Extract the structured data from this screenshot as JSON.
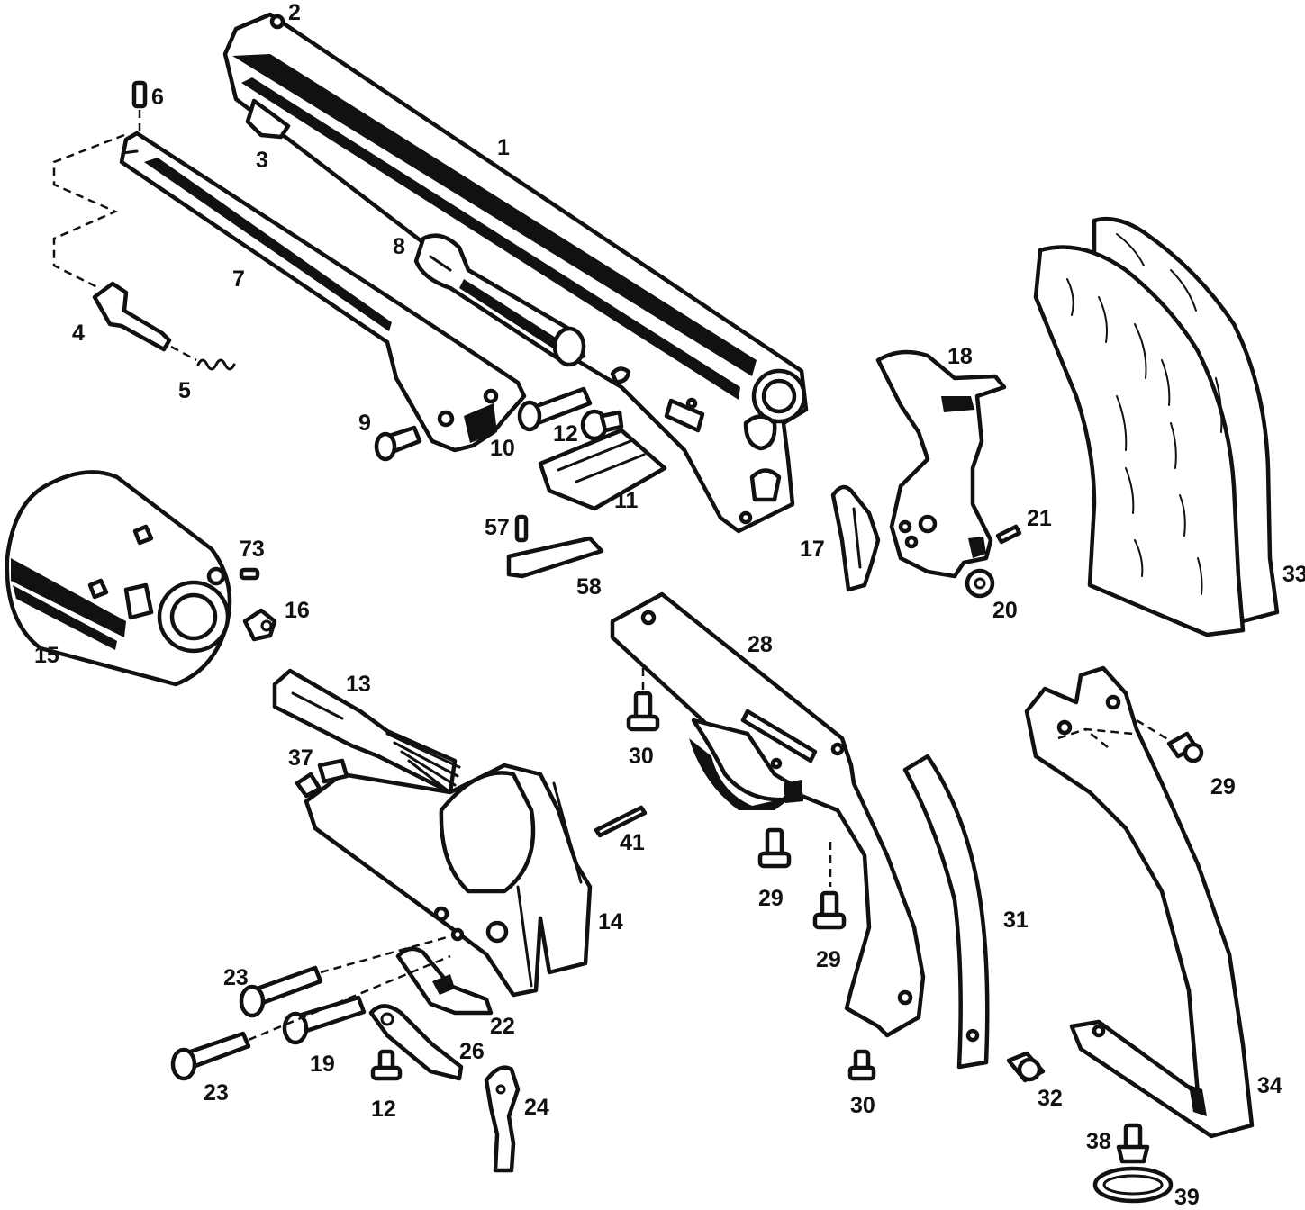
{
  "callouts": {
    "c1": "1",
    "c2": "2",
    "c3": "3",
    "c4": "4",
    "c5": "5",
    "c6": "6",
    "c7": "7",
    "c8": "8",
    "c9": "9",
    "c10": "10",
    "c11": "11",
    "c12a": "12",
    "c12b": "12",
    "c13": "13",
    "c14": "14",
    "c15": "15",
    "c16": "16",
    "c17": "17",
    "c18": "18",
    "c19": "19",
    "c20": "20",
    "c21": "21",
    "c22": "22",
    "c23a": "23",
    "c23b": "23",
    "c24": "24",
    "c26": "26",
    "c28": "28",
    "c29a": "29",
    "c29b": "29",
    "c29c": "29",
    "c30a": "30",
    "c30b": "30",
    "c31": "31",
    "c32": "32",
    "c33": "33",
    "c34": "34",
    "c37": "37",
    "c38": "38",
    "c39": "39",
    "c41": "41",
    "c57": "57",
    "c58": "58",
    "c73": "73"
  },
  "colors": {
    "ink": "#111111",
    "paper": "#ffffff"
  }
}
